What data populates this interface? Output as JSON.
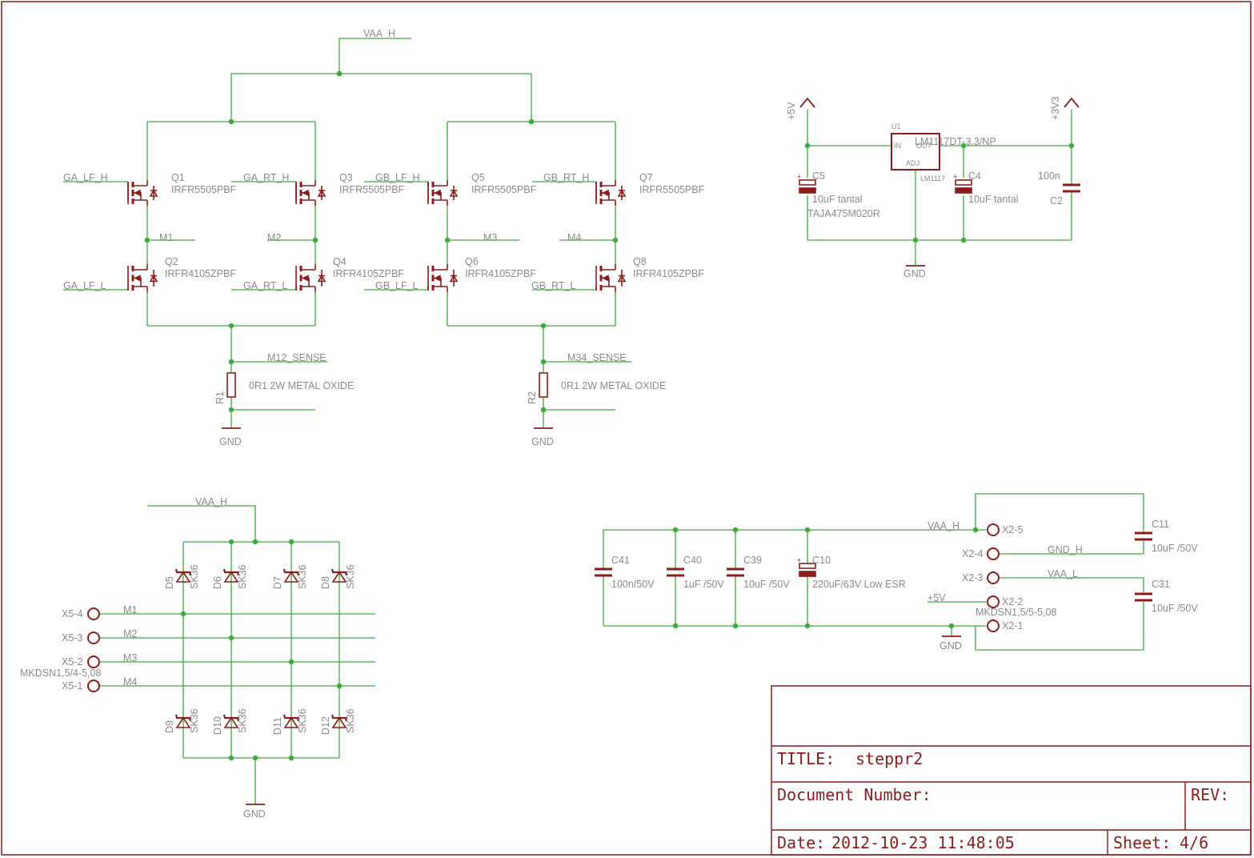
{
  "nets": {
    "vaa_h": "VAA_H",
    "vaa_l": "VAA_L",
    "gnd_h": "GND_H",
    "m1": "M1",
    "m2": "M2",
    "m3": "M3",
    "m4": "M4",
    "m12_sense": "M12_SENSE",
    "m34_sense": "M34_SENSE",
    "ga_lf_h": "GA_LF_H",
    "ga_rt_h": "GA_RT_H",
    "gb_lf_h": "GB_LF_H",
    "gb_rt_h": "GB_RT_H",
    "ga_lf_l": "GA_LF_L",
    "ga_rt_l": "GA_RT_L",
    "gb_lf_l": "GB_LF_L",
    "gb_rt_l": "GB_RT_L",
    "gnd": "GND",
    "p5v": "+5V",
    "p3v3": "+3V3"
  },
  "mosfets": [
    {
      "ref": "Q1",
      "value": "IRFR5505PBF"
    },
    {
      "ref": "Q2",
      "value": "IRFR4105ZPBF"
    },
    {
      "ref": "Q3",
      "value": "IRFR5505PBF"
    },
    {
      "ref": "Q4",
      "value": "IRFR4105ZPBF"
    },
    {
      "ref": "Q5",
      "value": "IRFR5505PBF"
    },
    {
      "ref": "Q6",
      "value": "IRFR4105ZPBF"
    },
    {
      "ref": "Q7",
      "value": "IRFR5505PBF"
    },
    {
      "ref": "Q8",
      "value": "IRFR4105ZPBF"
    }
  ],
  "resistors": [
    {
      "ref": "R1",
      "value": "0R1 2W METAL OXIDE"
    },
    {
      "ref": "R2",
      "value": "0R1 2W METAL OXIDE"
    }
  ],
  "regulator": {
    "ref": "U1",
    "value": "LM1117DT-3.3/NP",
    "pkg": "LM1117",
    "pin_in": "IN",
    "pin_out": "OUT",
    "pin_adj": "ADJ",
    "c5": "C5",
    "c5_val": "10uF tantal",
    "c5_part": "TAJA475M020R",
    "c4": "C4",
    "c4_val": "10uF tantal",
    "c2": "C2",
    "c2_val": "100n"
  },
  "diodes": [
    {
      "ref": "D5",
      "value": "SK36"
    },
    {
      "ref": "D6",
      "value": "SK36"
    },
    {
      "ref": "D7",
      "value": "SK36"
    },
    {
      "ref": "D8",
      "value": "SK36"
    },
    {
      "ref": "D9",
      "value": "SK36"
    },
    {
      "ref": "D10",
      "value": "SK36"
    },
    {
      "ref": "D11",
      "value": "SK36"
    },
    {
      "ref": "D12",
      "value": "SK36"
    }
  ],
  "x5": {
    "pins": [
      "X5-4",
      "X5-3",
      "X5-2",
      "X5-1"
    ],
    "part": "MKDSN1,5/4-5,08"
  },
  "x2": {
    "pins": [
      "X2-5",
      "X2-4",
      "X2-3",
      "X2-2",
      "X2-1"
    ],
    "part": "MKDSN1,5/5-5,08"
  },
  "bulk_caps": [
    {
      "ref": "C41",
      "value": "100n/50V"
    },
    {
      "ref": "C40",
      "value": "1uF /50V"
    },
    {
      "ref": "C39",
      "value": "10uF /50V"
    },
    {
      "ref": "C10",
      "value": "220uF/63V Low ESR"
    },
    {
      "ref": "C11",
      "value": "10uF /50V"
    },
    {
      "ref": "C31",
      "value": "10uF /50V"
    }
  ],
  "title_block": {
    "title_label": "TITLE:",
    "title": "steppr2",
    "docnum_label": "Document Number:",
    "rev_label": "REV:",
    "date_label": "Date:",
    "date": "2012-10-23 11:48:05",
    "sheet_label": "Sheet:",
    "sheet": "4/6"
  },
  "colors": {
    "wire": "#3cab3c",
    "symbol": "#8b1c1c",
    "frame": "#8b1c1c",
    "label": "#8a8a8a",
    "junction": "#3cab3c"
  }
}
